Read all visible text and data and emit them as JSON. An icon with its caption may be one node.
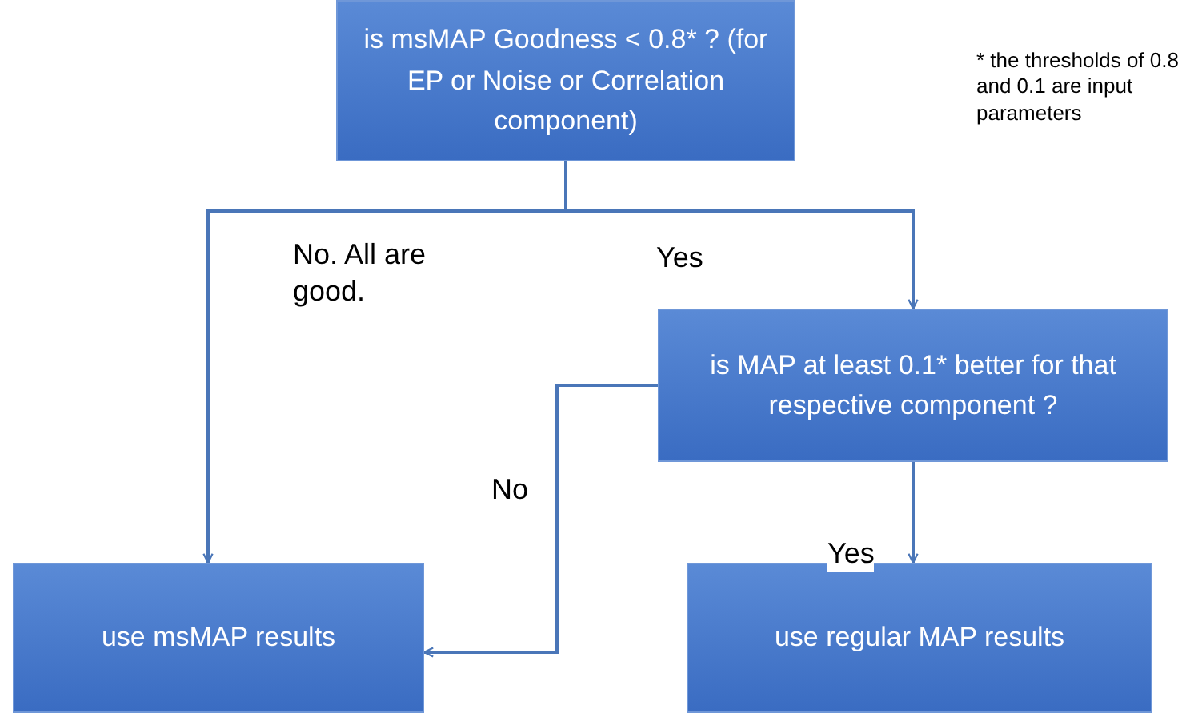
{
  "diagram": {
    "nodes": [
      {
        "text": [
          "is msMAP Goodness < 0.8* ? (for EP or Noise or Correlation component)"
        ]
      },
      {
        "text": [
          "is MAP at least 0.1* better for that respective component ?"
        ]
      },
      {
        "text": [
          "use msMAP results"
        ]
      },
      {
        "text": [
          "use regular MAP results"
        ]
      }
    ],
    "edges": [
      {
        "from": 0,
        "to": 2,
        "arrow": "to",
        "label": "No. All are good."
      },
      {
        "from": 0,
        "to": 1,
        "arrow": "to",
        "label": "Yes"
      },
      {
        "from": 1,
        "to": 2,
        "arrow": "to",
        "label": "No"
      },
      {
        "from": 1,
        "to": 3,
        "arrow": "to",
        "label": "Yes"
      }
    ],
    "labels": [
      "* the thresholds of 0.8 and 0.1 are input parameters"
    ]
  }
}
